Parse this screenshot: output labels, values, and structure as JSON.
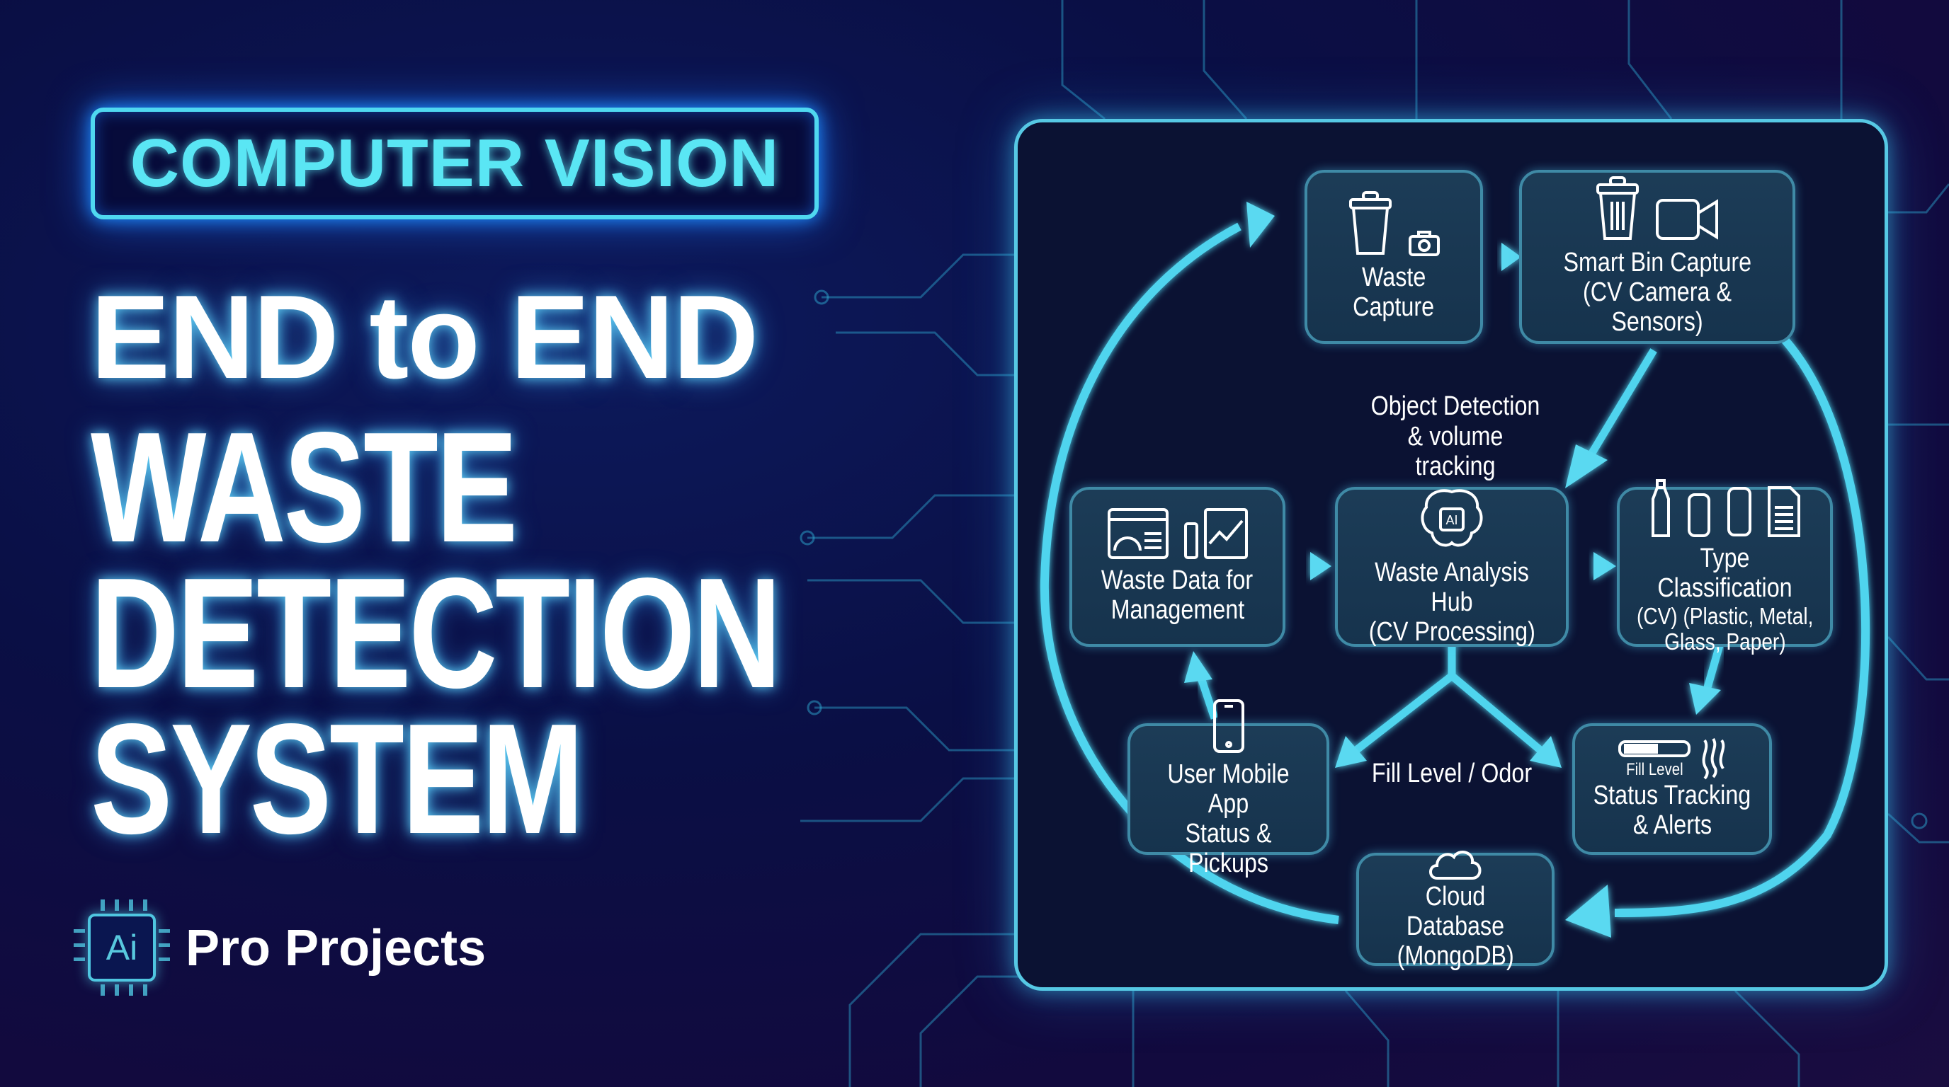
{
  "badge": {
    "text": "COMPUTER VISION"
  },
  "title": {
    "line1": "END to END",
    "line2": "WASTE",
    "line3": "DETECTION",
    "line4": "SYSTEM"
  },
  "brand": {
    "chip_text": "Ai",
    "name": "Pro Projects"
  },
  "colors": {
    "accent": "#4fd8f0",
    "background": "#0a0f45",
    "node_fill": "#1c3c57",
    "node_border": "#3f8aa6"
  },
  "diagram": {
    "nodes": [
      {
        "id": "waste-capture",
        "lines": [
          "Waste",
          "Capture"
        ],
        "icons": [
          "trash-bin-icon",
          "camera-icon"
        ]
      },
      {
        "id": "smart-bin-capture",
        "lines": [
          "Smart Bin Capture",
          "(CV Camera & Sensors)"
        ],
        "icons": [
          "trash-bin-icon",
          "video-camera-icon"
        ]
      },
      {
        "id": "waste-data-management",
        "lines": [
          "Waste Data for",
          "Management"
        ],
        "icons": [
          "dashboard-gauge-icon",
          "charts-icon"
        ]
      },
      {
        "id": "waste-analysis-hub",
        "lines": [
          "Waste Analysis Hub",
          "(CV Processing)"
        ],
        "icons": [
          "ai-brain-icon"
        ],
        "icon_text": "AI"
      },
      {
        "id": "type-classification",
        "lines": [
          "Type Classification",
          "(CV) (Plastic, Metal,",
          "Glass, Paper)"
        ],
        "icons": [
          "bottle-icon",
          "can-icon",
          "can-icon",
          "paper-document-icon"
        ]
      },
      {
        "id": "user-mobile-app",
        "lines": [
          "User Mobile App",
          "Status & Pickups"
        ],
        "icons": [
          "smartphone-icon"
        ]
      },
      {
        "id": "status-tracking",
        "lines": [
          "Status Tracking",
          "& Alerts"
        ],
        "icons": [
          "fill-level-bar-icon",
          "odor-waves-icon"
        ],
        "icon_caption": "Fill Level"
      },
      {
        "id": "cloud-database",
        "lines": [
          "Cloud Database",
          "(MongoDB)"
        ],
        "icons": [
          "cloud-icon"
        ]
      }
    ],
    "edge_labels": {
      "object_detection": [
        "Object Detection",
        "& volume tracking"
      ],
      "fill_level_odor": "Fill Level / Odor"
    }
  }
}
